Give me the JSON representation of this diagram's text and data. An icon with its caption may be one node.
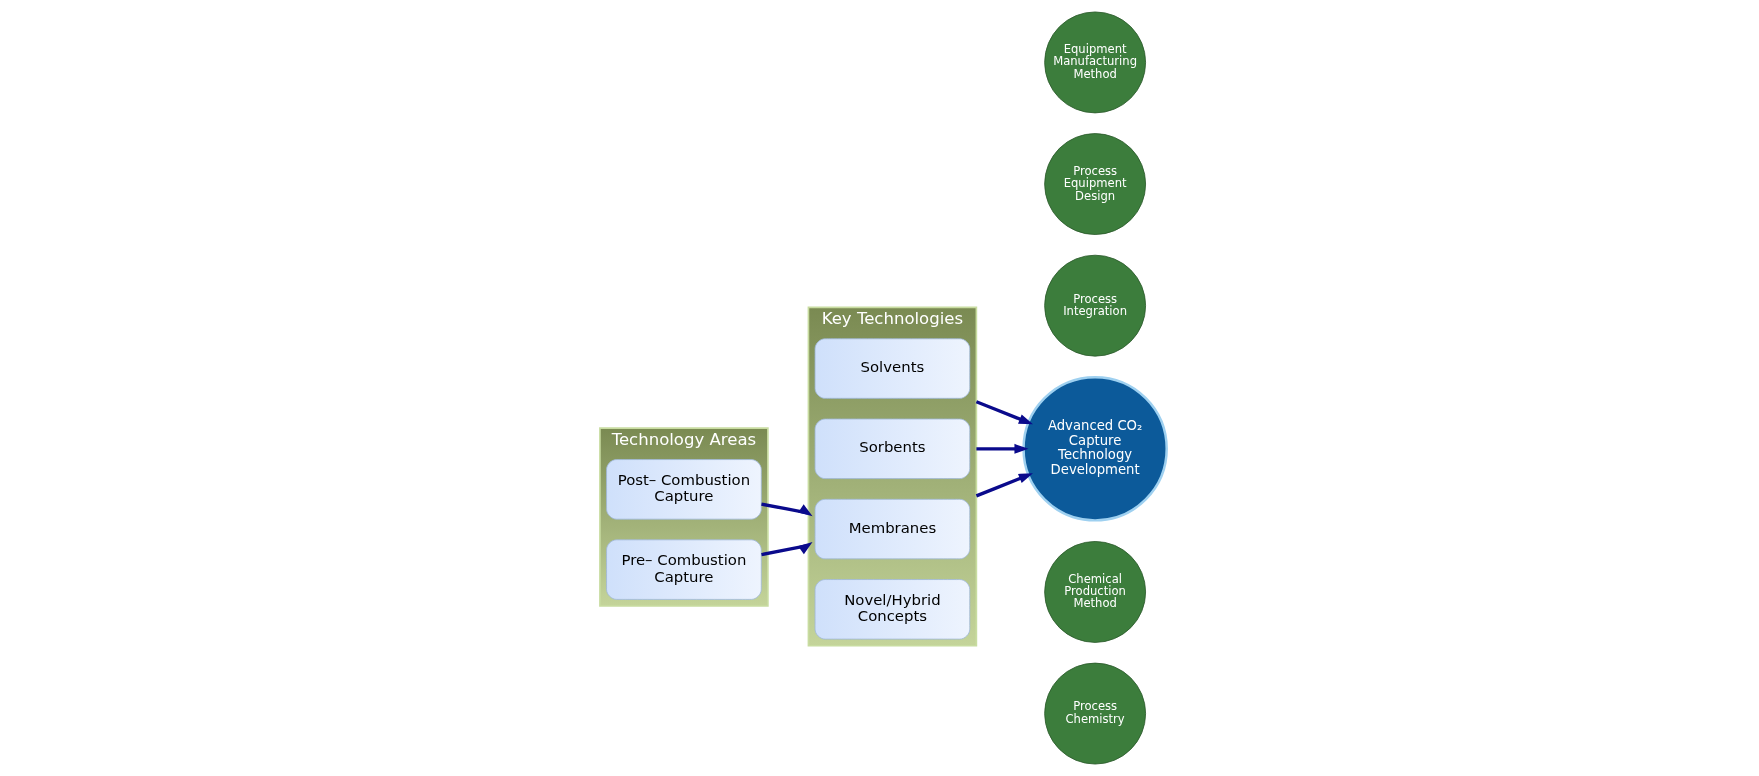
{
  "diagram": {
    "nodes": [
      {
        "text": [
          "Technology Areas"
        ]
      },
      {
        "text": [
          "Post– Combustion Capture"
        ],
        "in": 0
      },
      {
        "text": [
          "Pre– Combustion Capture"
        ],
        "in": 0
      },
      {
        "text": [
          "Key Technologies"
        ]
      },
      {
        "text": [
          "Solvents"
        ],
        "in": 3
      },
      {
        "text": [
          "Sorbents"
        ],
        "in": 3
      },
      {
        "text": [
          "Membranes"
        ],
        "in": 3
      },
      {
        "text": [
          "Novel/Hybrid Concepts"
        ],
        "in": 3
      },
      {
        "text": [
          "Advanced CO₂ Capture Technology Development"
        ]
      },
      {
        "text": [
          "Process Chemistry"
        ]
      },
      {
        "text": [
          "Chemical Production Method"
        ]
      },
      {
        "text": [
          "Process Integration"
        ]
      },
      {
        "text": [
          "Process Equipment Design"
        ]
      },
      {
        "text": [
          "Equipment Manufacturing Method"
        ]
      }
    ],
    "edges": [
      {
        "from": 1,
        "to": 3,
        "arrow": "to"
      },
      {
        "from": 2,
        "to": 3,
        "arrow": "to"
      },
      {
        "from": 3,
        "to": 8,
        "arrow": "to"
      },
      {
        "from": 3,
        "to": 8,
        "arrow": "to"
      },
      {
        "from": 3,
        "to": 8,
        "arrow": "to"
      }
    ]
  }
}
